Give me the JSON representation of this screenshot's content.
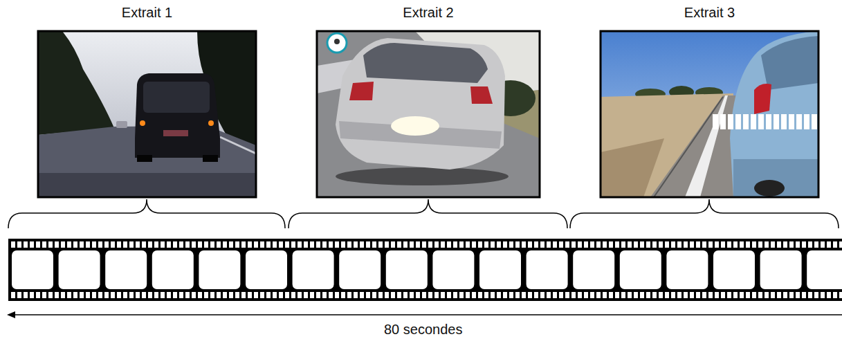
{
  "diagram": {
    "nodes": [
      {
        "text": [
          "Extrait 1"
        ]
      },
      {
        "text": [
          "Extrait 2"
        ]
      },
      {
        "text": [
          "Extrait 3"
        ]
      }
    ],
    "labels": [
      "80 secondes"
    ]
  }
}
